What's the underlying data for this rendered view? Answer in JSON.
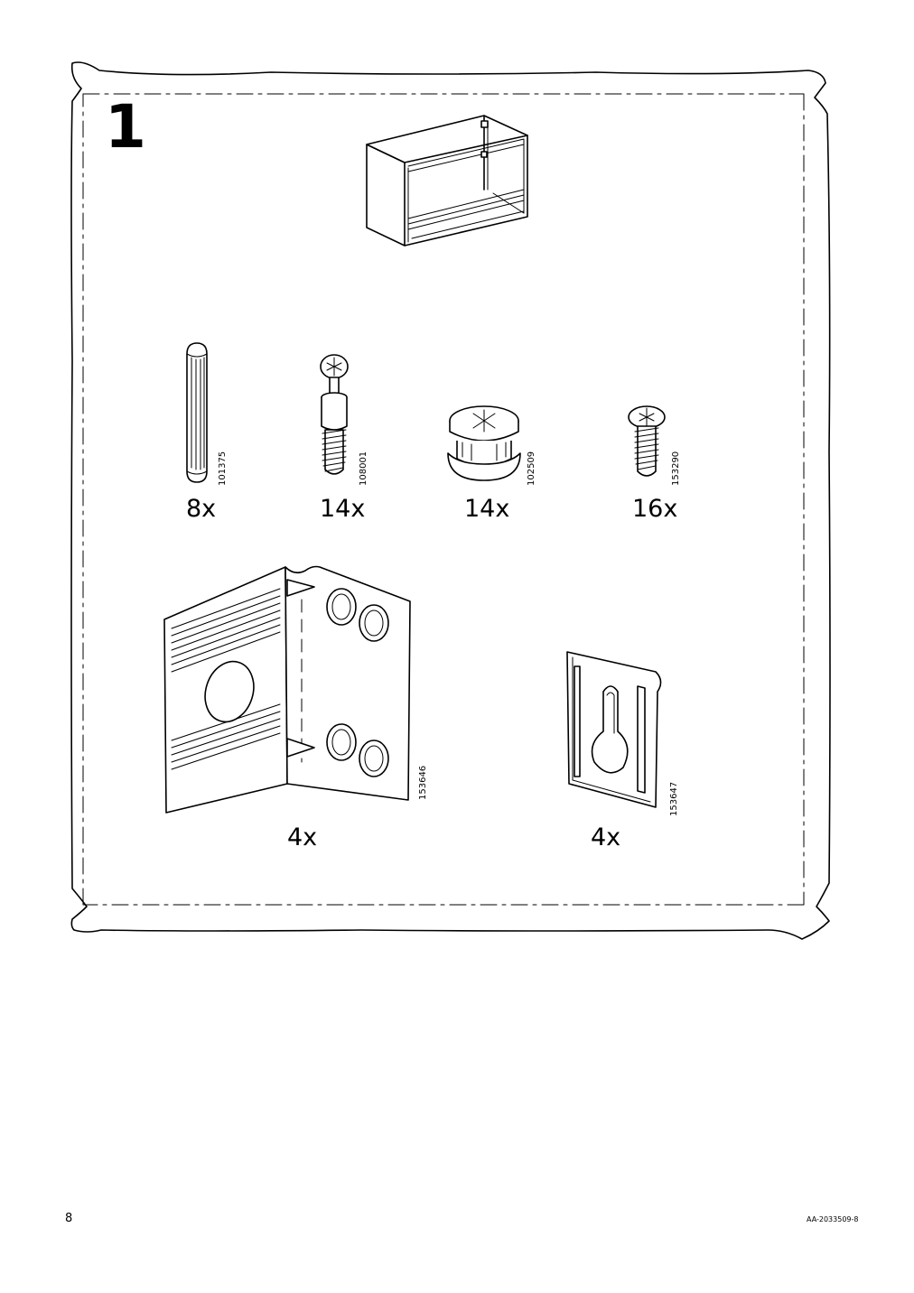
{
  "step": {
    "number": "1"
  },
  "parts": [
    {
      "part_number": "101375",
      "quantity": "8x",
      "icon": "wooden-dowel-icon"
    },
    {
      "part_number": "108001",
      "quantity": "14x",
      "icon": "cam-bolt-icon"
    },
    {
      "part_number": "102509",
      "quantity": "14x",
      "icon": "cam-lock-icon"
    },
    {
      "part_number": "153290",
      "quantity": "16x",
      "icon": "screw-icon"
    },
    {
      "part_number": "153646",
      "quantity": "4x",
      "icon": "corner-bracket-icon"
    },
    {
      "part_number": "153647",
      "quantity": "4x",
      "icon": "keyhole-plate-icon"
    }
  ],
  "footer": {
    "page_number": "8",
    "doc_code": "AA-2033509-8"
  }
}
